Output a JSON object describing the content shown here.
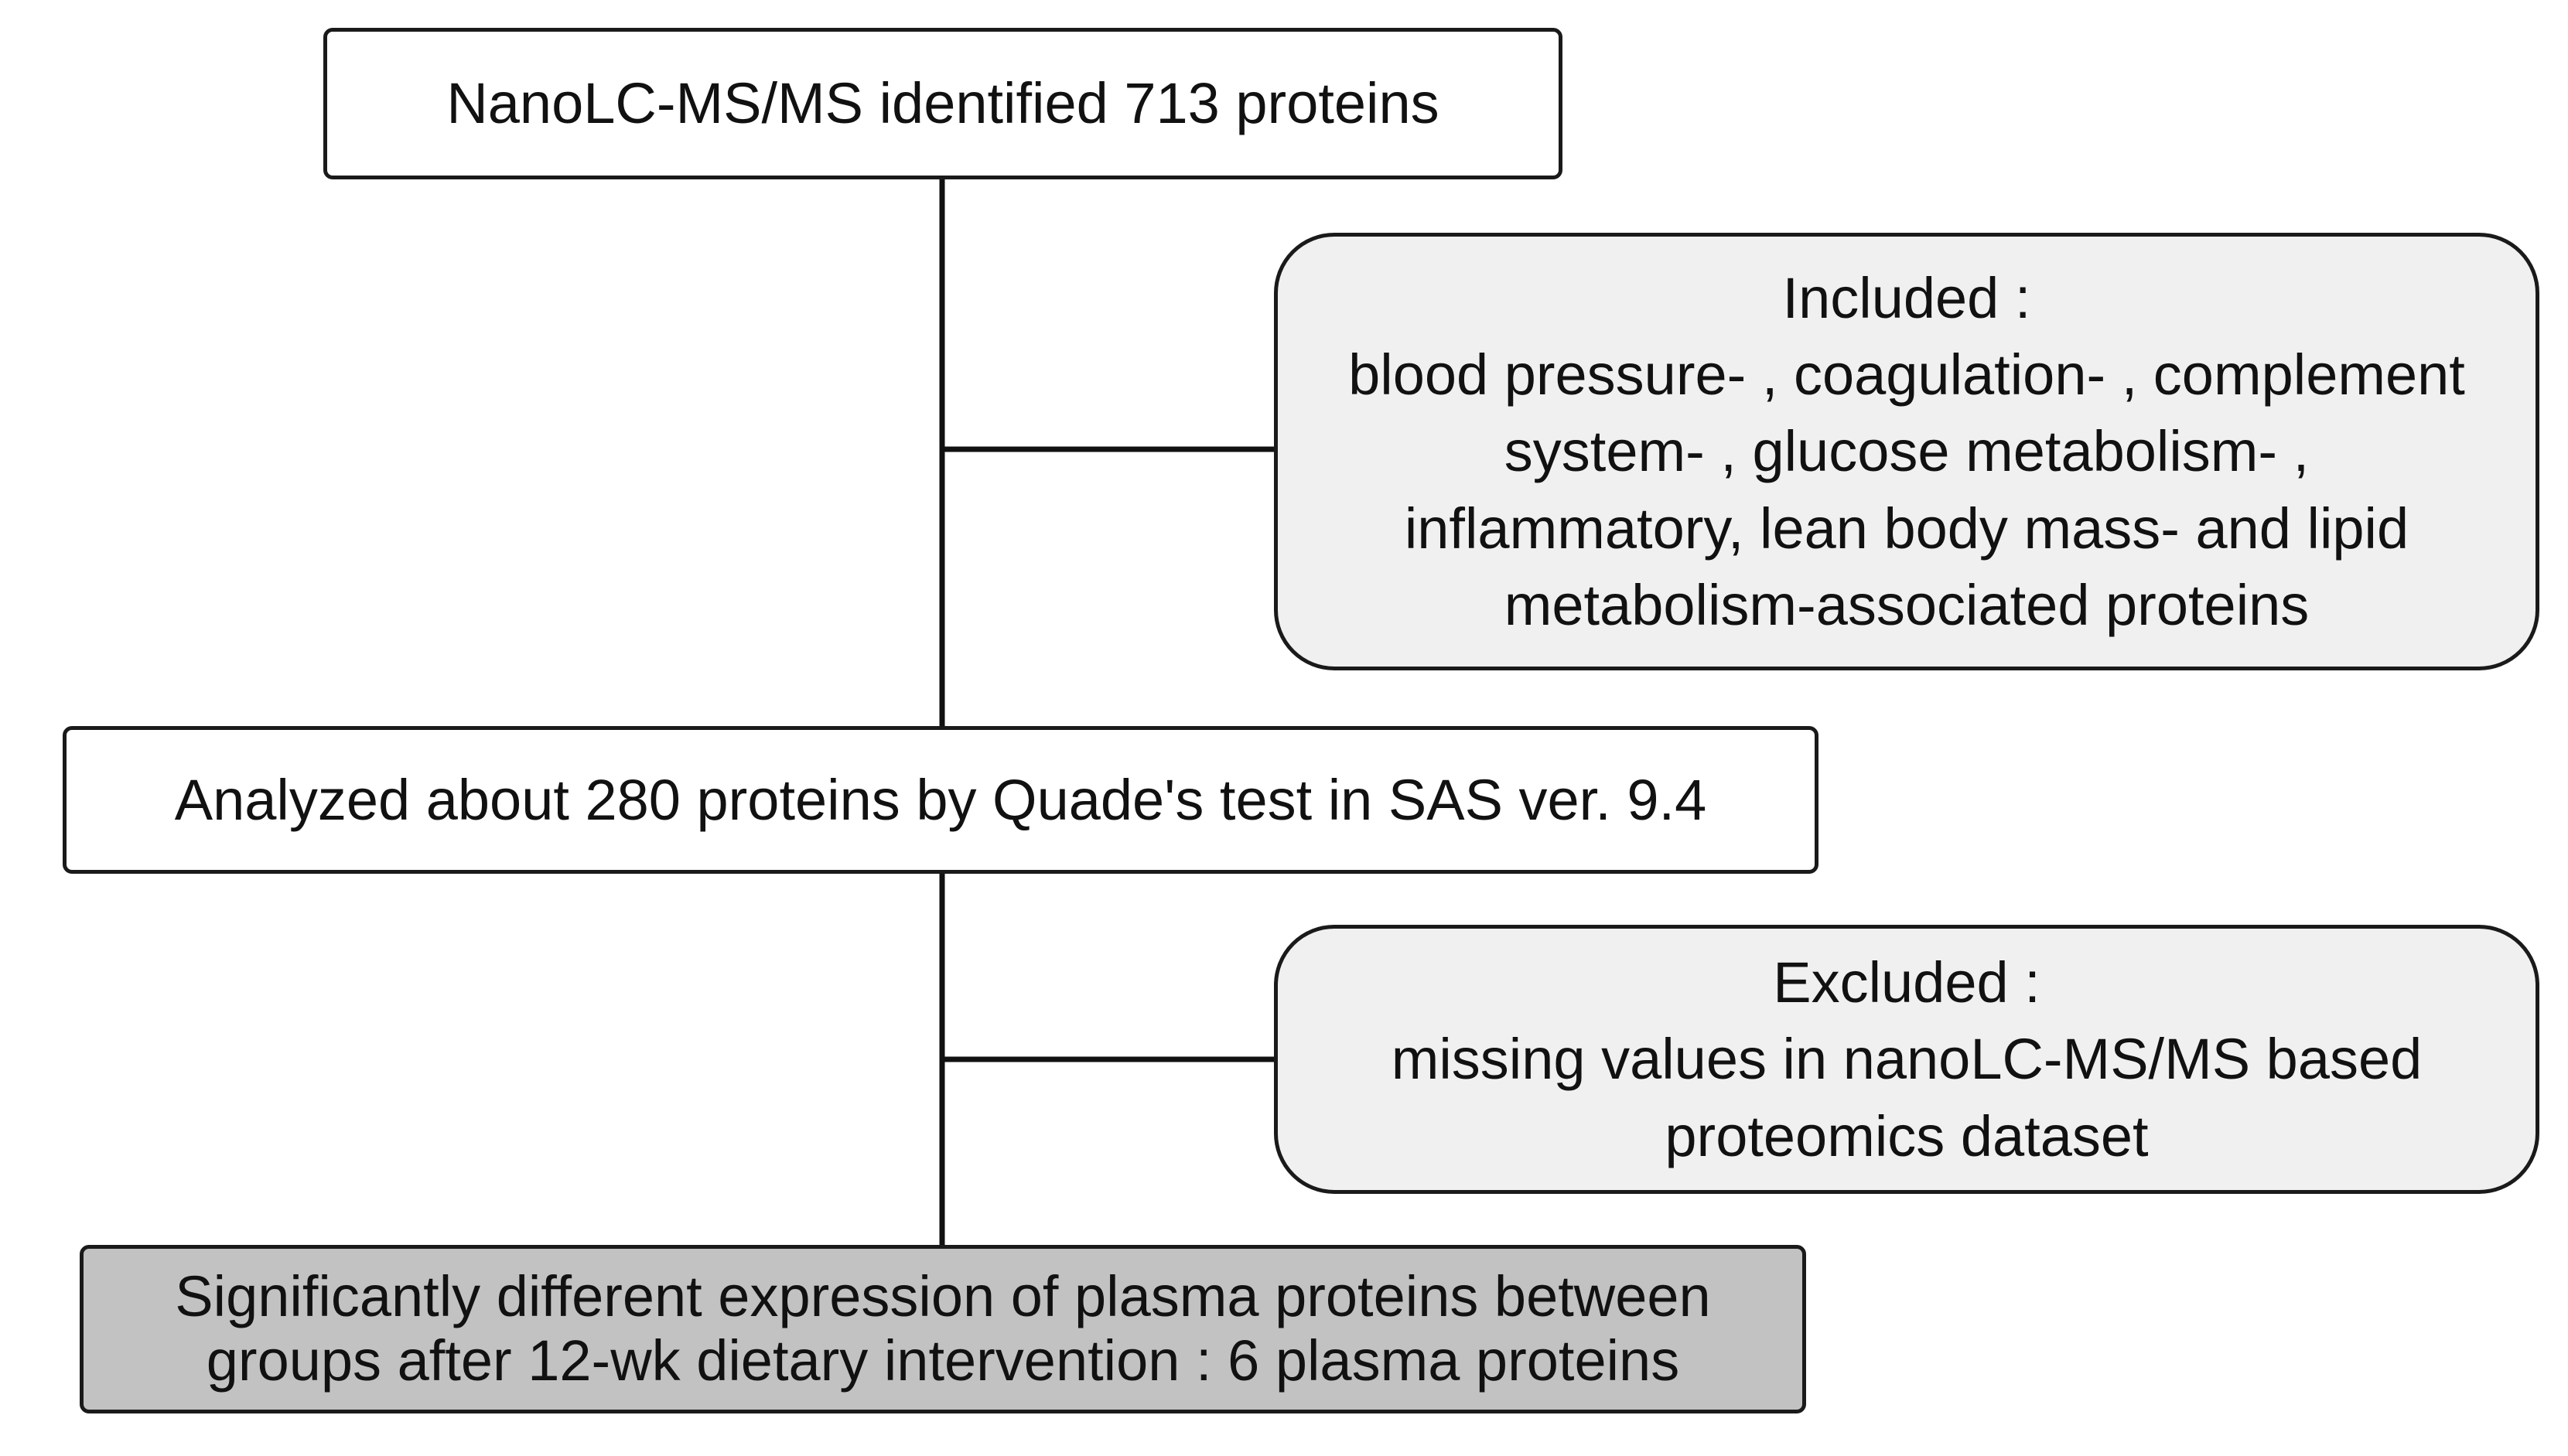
{
  "diagram": {
    "identified": {
      "text": "NanoLC-MS/MS identified 713 proteins"
    },
    "included": {
      "lines": [
        "Included :",
        "blood pressure- , coagulation- , complement",
        "system- , glucose metabolism- ,",
        "inflammatory, lean body mass- and lipid",
        "metabolism-associated proteins"
      ]
    },
    "analyzed": {
      "text": "Analyzed about 280 proteins by Quade's test in SAS ver. 9.4"
    },
    "excluded": {
      "lines": [
        "Excluded :",
        "missing values in nanoLC-MS/MS based",
        "proteomics dataset"
      ]
    },
    "result": {
      "lines": [
        "Significantly different expression of plasma proteins between",
        "groups after 12-wk dietary intervention : 6 plasma proteins"
      ]
    }
  }
}
